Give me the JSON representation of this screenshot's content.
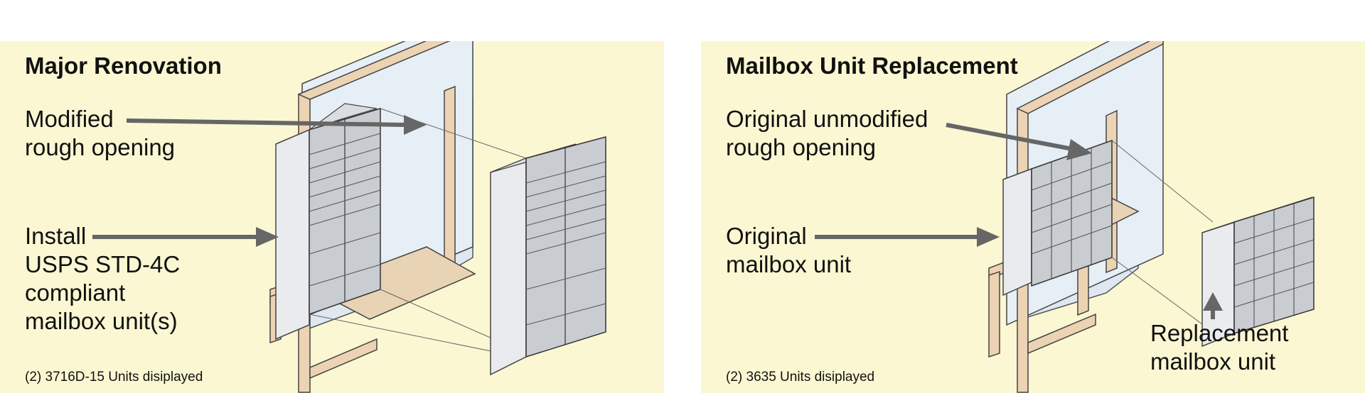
{
  "left_panel": {
    "title": "Major Renovation",
    "label_opening": [
      "Modified",
      "rough opening"
    ],
    "label_install": [
      "Install",
      "USPS STD-4C",
      "compliant",
      "mailbox unit(s)"
    ],
    "footnote": "(2) 3716D-15 Units disiplayed"
  },
  "right_panel": {
    "title": "Mailbox Unit Replacement",
    "label_opening": [
      "Original unmodified",
      "rough opening"
    ],
    "label_original": [
      "Original",
      "mailbox unit"
    ],
    "label_replacement": [
      "Replacement",
      "mailbox unit"
    ],
    "footnote": "(2) 3635 Units disiplayed"
  },
  "colors": {
    "panel_bg": "#fbf7d2",
    "wood": "#ecd3b3",
    "wall": "#e5eef6",
    "metal": "#cfd2d6",
    "arrow": "#666666"
  }
}
